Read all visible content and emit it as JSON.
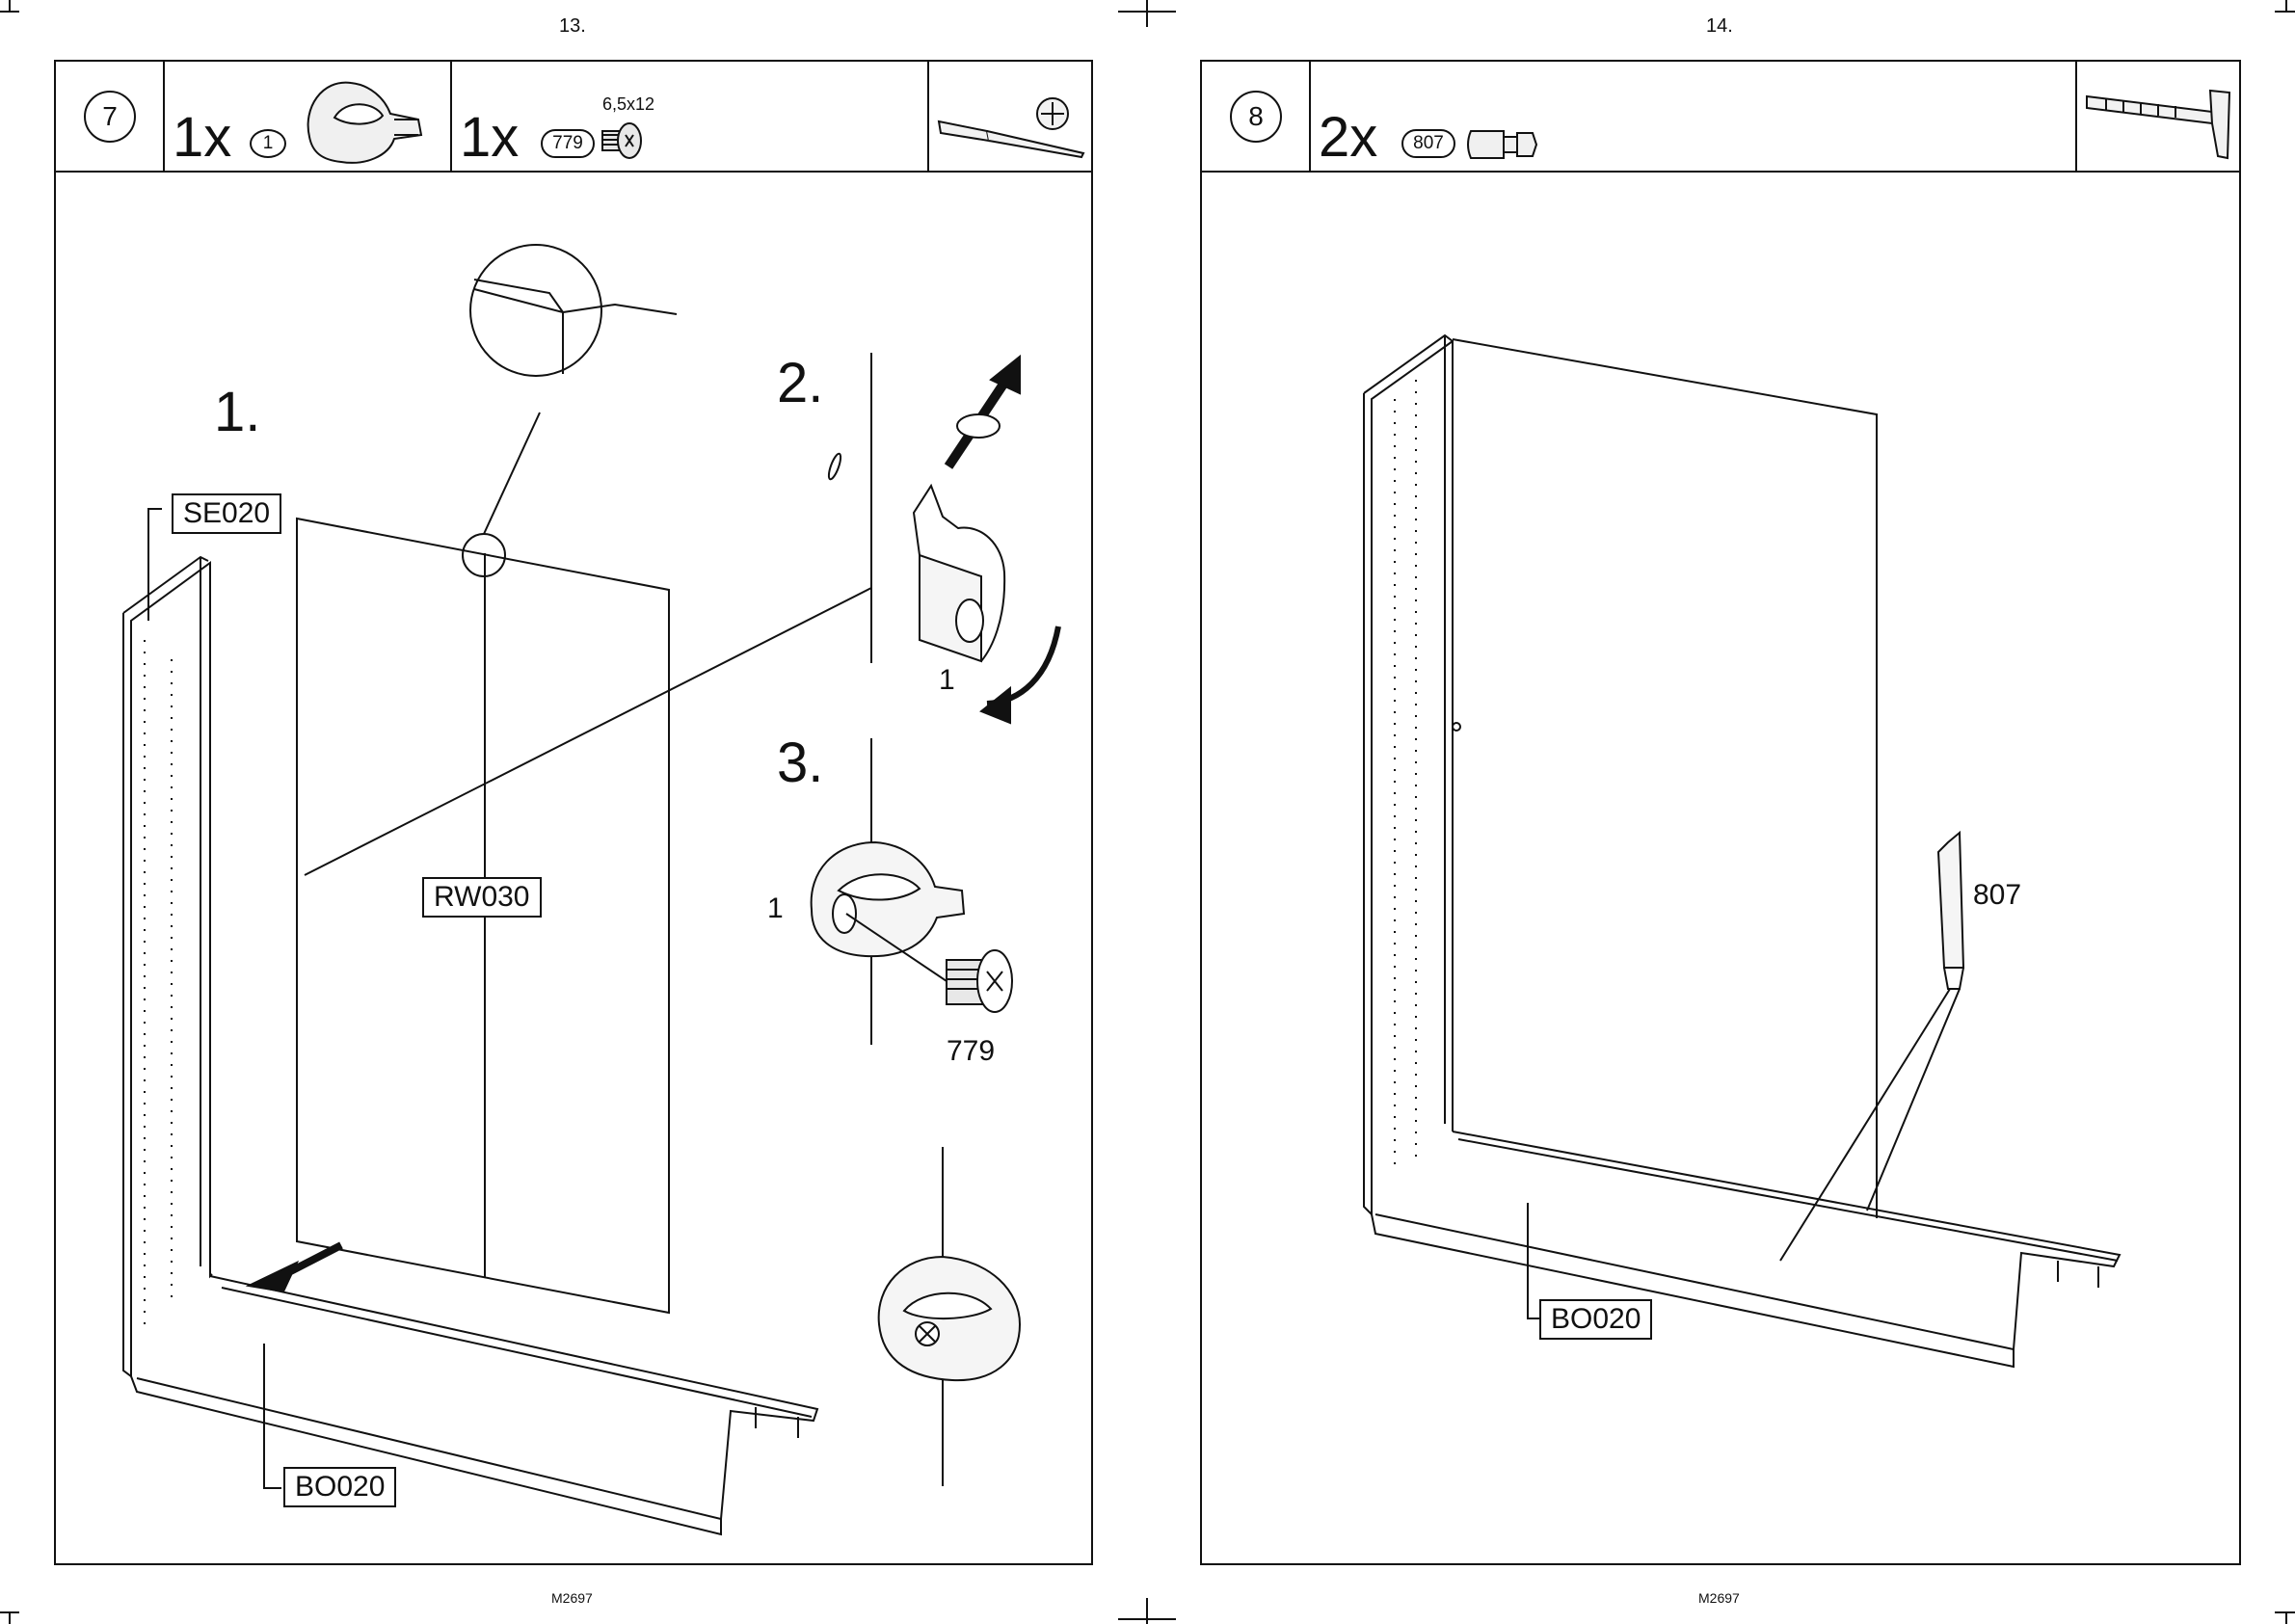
{
  "left_page": {
    "page_number": "13.",
    "step_number": "7",
    "parts": [
      {
        "qty": "1x",
        "part_id": "1",
        "icon": "cam-lock-icon"
      },
      {
        "qty": "1x",
        "part_id": "779",
        "size": "6,5x12",
        "icon": "screw-icon"
      }
    ],
    "tool_icon": "phillips-screwdriver-icon",
    "substeps": [
      "1.",
      "2.",
      "3."
    ],
    "panel_labels": {
      "side": "SE020",
      "back": "RW030",
      "bottom": "BO020"
    },
    "callouts": {
      "substep2_part": "1",
      "substep3_part": "1",
      "substep3_screw": "779"
    },
    "footer": "M2697"
  },
  "right_page": {
    "page_number": "14.",
    "step_number": "8",
    "parts": [
      {
        "qty": "2x",
        "part_id": "807",
        "icon": "dowel-pin-icon"
      }
    ],
    "tool_icon": "hammer-icon",
    "panel_labels": {
      "bottom": "BO020"
    },
    "callouts": {
      "dowel": "807"
    },
    "footer": "M2697"
  }
}
